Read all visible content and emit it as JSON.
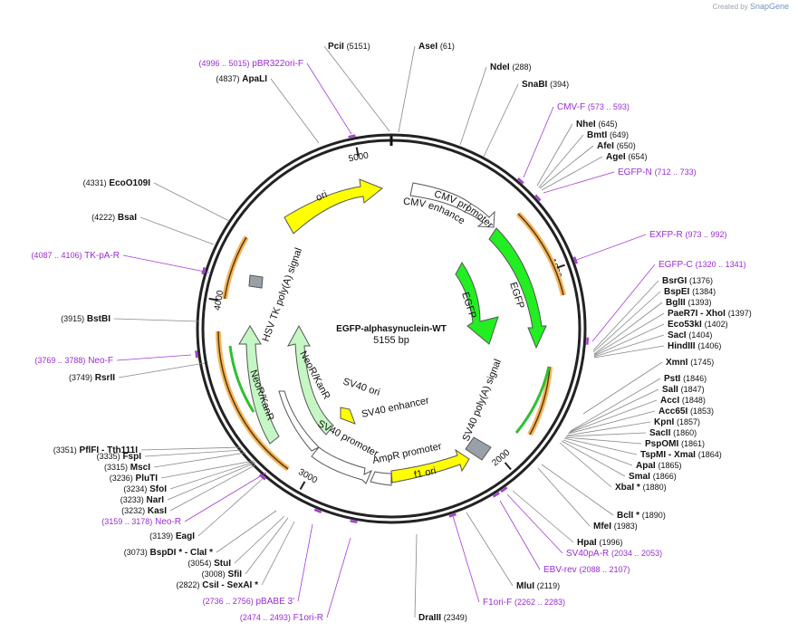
{
  "credit": {
    "prefix": "Created by",
    "brand": "SnapGene"
  },
  "plasmid": {
    "name": "EGFP-alphasynuclein-WT",
    "length_label": "5155 bp",
    "total_bp": 5155
  },
  "colors": {
    "enzyme_text": "#111111",
    "primer_text": "#9b2bd4",
    "backbone": "#222222",
    "ori": "#ffff00",
    "promoter": "#ffffff",
    "cds_egfp": "#22ee22",
    "neor": "#c4f7c4",
    "orf": "#f5b55f",
    "polyA": "#9aa0a8",
    "leader": "#888888",
    "primer_line": "#a53cd6"
  },
  "ticks": [
    "1000",
    "2000",
    "3000",
    "4000",
    "5000"
  ],
  "features": [
    {
      "name": "ori",
      "label": "ori"
    },
    {
      "name": "cmv-enhancer",
      "label": "CMV enhancer"
    },
    {
      "name": "cmv-promoter",
      "label": "CMV promoter"
    },
    {
      "name": "egfp-outer",
      "label": "EGFP"
    },
    {
      "name": "egfp-inner",
      "label": "EGFP"
    },
    {
      "name": "sv40-polya",
      "label": "SV40 poly(A) signal"
    },
    {
      "name": "f1-ori",
      "label": "f1 ori"
    },
    {
      "name": "ampr-promoter",
      "label": "AmpR promoter"
    },
    {
      "name": "sv40-promoter",
      "label": "SV40 promoter"
    },
    {
      "name": "sv40-ori",
      "label": "SV40 ori"
    },
    {
      "name": "sv40-enhancer",
      "label": "SV40 enhancer"
    },
    {
      "name": "neor-outer",
      "label": "NeoR/KanR"
    },
    {
      "name": "neor-inner",
      "label": "NeoR/KanR"
    },
    {
      "name": "hsv-tk-polya",
      "label": "HSV TK poly(A) signal"
    }
  ],
  "labels": [
    {
      "kind": "enzyme",
      "name": "PciI",
      "pos": "(5151)"
    },
    {
      "kind": "enzyme",
      "name": "AseI",
      "pos": "(61)"
    },
    {
      "kind": "enzyme",
      "name": "NdeI",
      "pos": "(288)"
    },
    {
      "kind": "enzyme",
      "name": "SnaBI",
      "pos": "(394)"
    },
    {
      "kind": "primer",
      "name": "CMV-F",
      "pos": "(573 .. 593)"
    },
    {
      "kind": "enzyme",
      "name": "NheI",
      "pos": "(645)"
    },
    {
      "kind": "enzyme",
      "name": "BmtI",
      "pos": "(649)"
    },
    {
      "kind": "enzyme",
      "name": "AfeI",
      "pos": "(650)"
    },
    {
      "kind": "enzyme",
      "name": "AgeI",
      "pos": "(654)"
    },
    {
      "kind": "primer",
      "name": "EGFP-N",
      "pos": "(712 .. 733)"
    },
    {
      "kind": "primer",
      "name": "EXFP-R",
      "pos": "(973 .. 992)"
    },
    {
      "kind": "primer",
      "name": "EGFP-C",
      "pos": "(1320 .. 1341)"
    },
    {
      "kind": "enzyme",
      "name": "BsrGI",
      "pos": "(1376)"
    },
    {
      "kind": "enzyme",
      "name": "BspEI",
      "pos": "(1384)"
    },
    {
      "kind": "enzyme",
      "name": "BglII",
      "pos": "(1393)"
    },
    {
      "kind": "enzyme",
      "name": "PaeR7I",
      "extra": " - XhoI",
      "pos": "(1397)"
    },
    {
      "kind": "enzyme",
      "name": "Eco53kI",
      "pos": "(1402)"
    },
    {
      "kind": "enzyme",
      "name": "SacI",
      "pos": "(1404)"
    },
    {
      "kind": "enzyme",
      "name": "HindIII",
      "pos": "(1406)"
    },
    {
      "kind": "enzyme",
      "name": "XmnI",
      "pos": "(1745)"
    },
    {
      "kind": "enzyme",
      "name": "PstI",
      "pos": "(1846)"
    },
    {
      "kind": "enzyme",
      "name": "SalI",
      "pos": "(1847)"
    },
    {
      "kind": "enzyme",
      "name": "AccI",
      "pos": "(1848)"
    },
    {
      "kind": "enzyme",
      "name": "Acc65I",
      "pos": "(1853)"
    },
    {
      "kind": "enzyme",
      "name": "KpnI",
      "pos": "(1857)"
    },
    {
      "kind": "enzyme",
      "name": "SacII",
      "pos": "(1860)"
    },
    {
      "kind": "enzyme",
      "name": "PspOMI",
      "pos": "(1861)"
    },
    {
      "kind": "enzyme",
      "name": "TspMI",
      "extra": " - XmaI",
      "pos": "(1864)"
    },
    {
      "kind": "enzyme",
      "name": "ApaI",
      "pos": "(1865)"
    },
    {
      "kind": "enzyme",
      "name": "SmaI",
      "pos": "(1866)"
    },
    {
      "kind": "enzyme",
      "name": "XbaI *",
      "pos": "(1880)"
    },
    {
      "kind": "enzyme",
      "name": "BclI *",
      "pos": "(1890)"
    },
    {
      "kind": "enzyme",
      "name": "MfeI",
      "pos": "(1983)"
    },
    {
      "kind": "enzyme",
      "name": "HpaI",
      "pos": "(1996)"
    },
    {
      "kind": "primer",
      "name": "SV40pA-R",
      "pos": "(2034 .. 2053)"
    },
    {
      "kind": "primer",
      "name": "EBV-rev",
      "pos": "(2088 .. 2107)"
    },
    {
      "kind": "enzyme",
      "name": "MluI",
      "pos": "(2119)"
    },
    {
      "kind": "primer",
      "name": "F1ori-F",
      "pos": "(2262 .. 2283)"
    },
    {
      "kind": "enzyme",
      "name": "DraIII",
      "pos": "(2349)"
    },
    {
      "kind": "primer",
      "name": "F1ori-R",
      "pos": "(2474 .. 2493)"
    },
    {
      "kind": "primer",
      "name": "pBABE 3'",
      "pos": "(2736 .. 2756)"
    },
    {
      "kind": "enzyme",
      "name": "CsiI",
      "extra": " - SexAI *",
      "pos": "(2822)"
    },
    {
      "kind": "enzyme",
      "name": "SfiI",
      "pos": "(3008)"
    },
    {
      "kind": "enzyme",
      "name": "StuI",
      "pos": "(3054)"
    },
    {
      "kind": "enzyme",
      "name": "BspDI *",
      "extra": " - ClaI *",
      "pos": "(3073)"
    },
    {
      "kind": "enzyme",
      "name": "EagI",
      "pos": "(3139)"
    },
    {
      "kind": "primer",
      "name": "Neo-R",
      "pos": "(3159 .. 3178)"
    },
    {
      "kind": "enzyme",
      "name": "KasI",
      "pos": "(3232)"
    },
    {
      "kind": "enzyme",
      "name": "NarI",
      "pos": "(3233)"
    },
    {
      "kind": "enzyme",
      "name": "SfoI",
      "pos": "(3234)"
    },
    {
      "kind": "enzyme",
      "name": "PluTI",
      "pos": "(3236)"
    },
    {
      "kind": "enzyme",
      "name": "MscI",
      "pos": "(3315)"
    },
    {
      "kind": "enzyme",
      "name": "FspI",
      "pos": "(3335)"
    },
    {
      "kind": "enzyme",
      "name": "PflFI",
      "extra": " - Tth111I",
      "pos": "(3351)"
    },
    {
      "kind": "enzyme",
      "name": "RsrII",
      "pos": "(3749)"
    },
    {
      "kind": "primer",
      "name": "Neo-F",
      "pos": "(3769 .. 3788)"
    },
    {
      "kind": "enzyme",
      "name": "BstBI",
      "pos": "(3915)"
    },
    {
      "kind": "primer",
      "name": "TK-pA-R",
      "pos": "(4087 .. 4106)"
    },
    {
      "kind": "enzyme",
      "name": "BsaI",
      "pos": "(4222)"
    },
    {
      "kind": "enzyme",
      "name": "EcoO109I",
      "pos": "(4331)"
    },
    {
      "kind": "enzyme",
      "name": "ApaLI",
      "pos": "(4837)"
    },
    {
      "kind": "primer",
      "name": "pBR322ori-F",
      "pos": "(4996 .. 5015)"
    }
  ]
}
